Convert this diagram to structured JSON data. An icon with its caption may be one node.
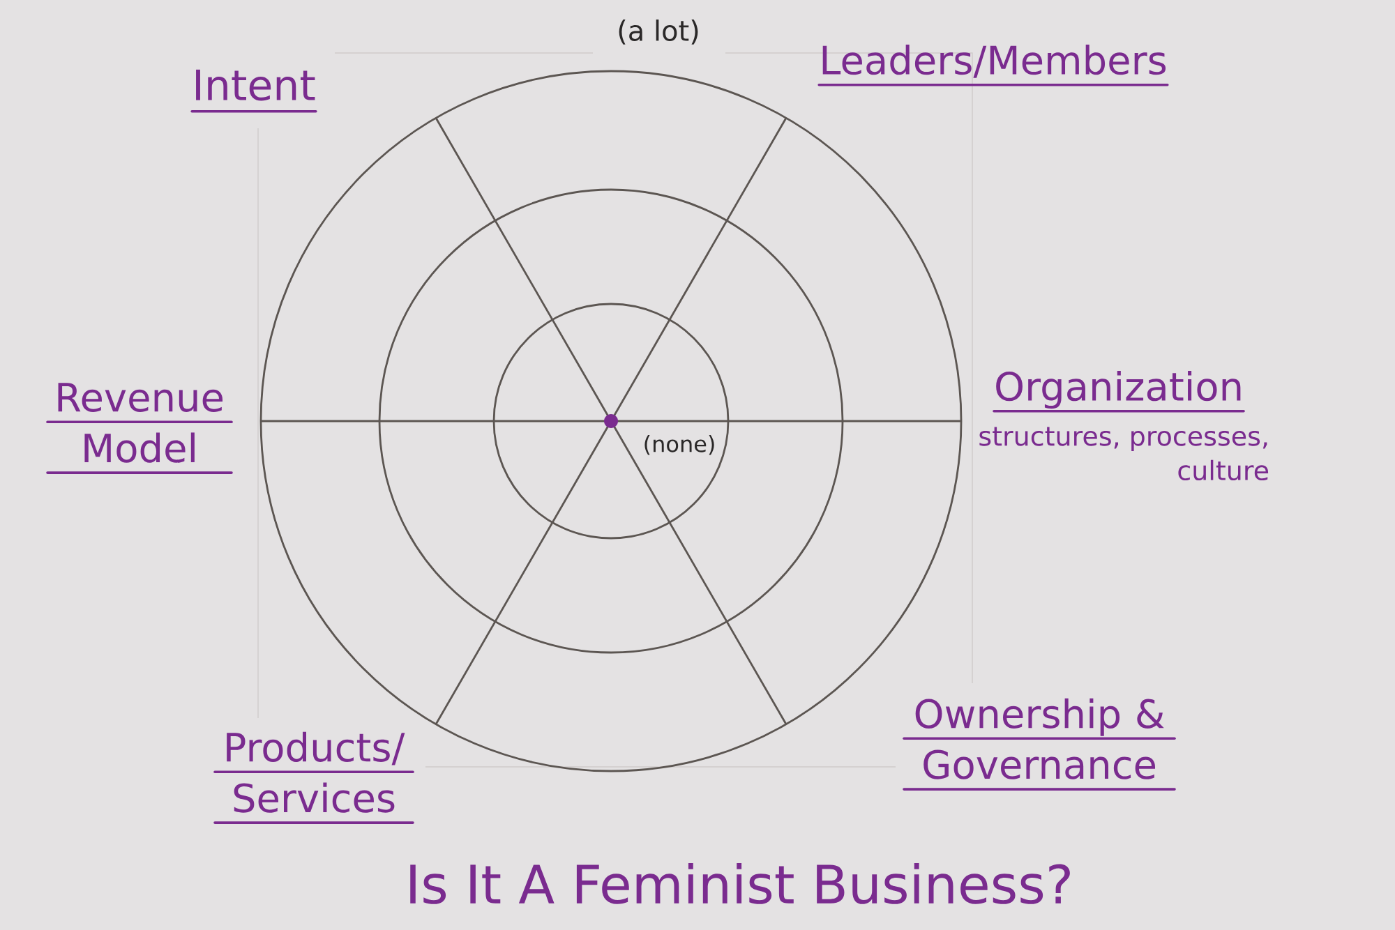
{
  "diagram": {
    "title": "Is It A Feminist Business?",
    "labels": [
      "Intent",
      "(a lot)",
      "Leaders/Members",
      "Revenue Model",
      "(none)",
      "Organization",
      "structures, processes, culture",
      "Products/ Services",
      "Ownership & Governance"
    ]
  }
}
